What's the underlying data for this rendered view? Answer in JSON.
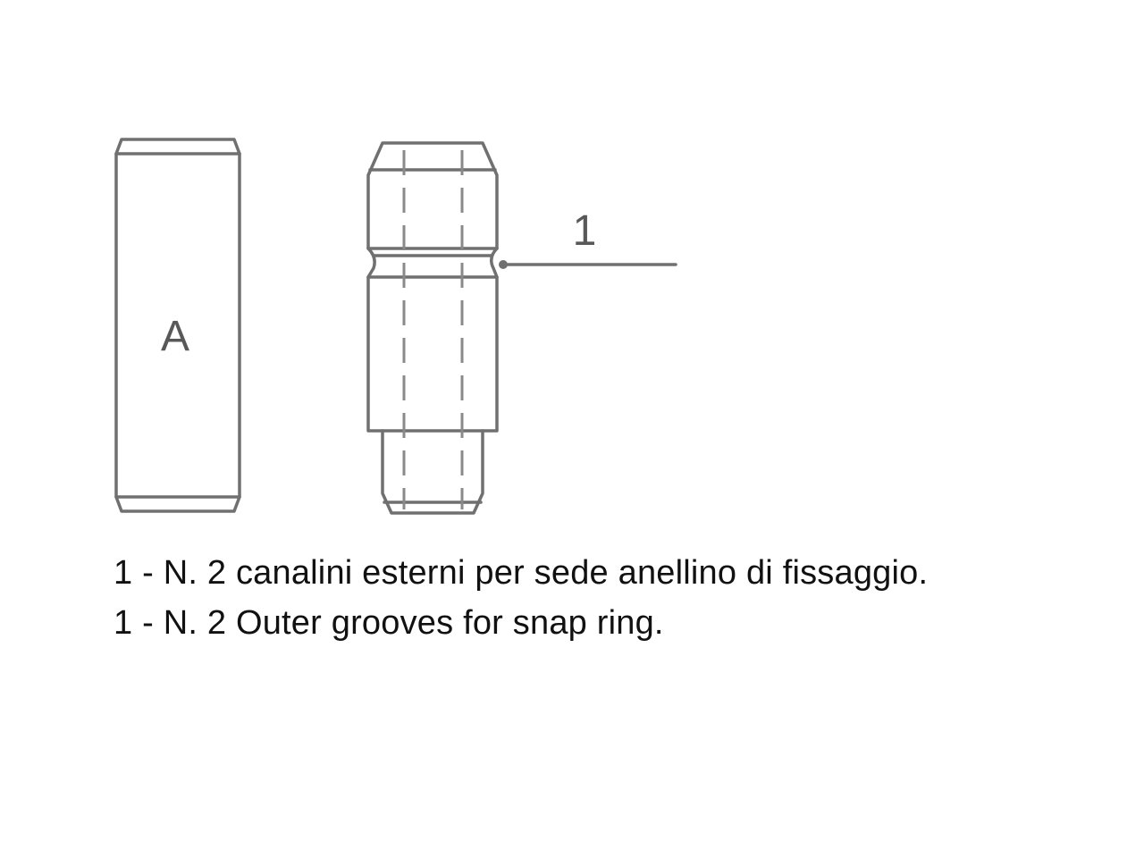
{
  "diagram": {
    "part_a_label": "A",
    "callout_label": "1",
    "colors": {
      "line": "#707070",
      "text": "#111111"
    }
  },
  "captions": {
    "italian": "1 - N. 2 canalini esterni per sede anellino di fissaggio.",
    "english": "1 - N. 2 Outer grooves for snap ring."
  }
}
